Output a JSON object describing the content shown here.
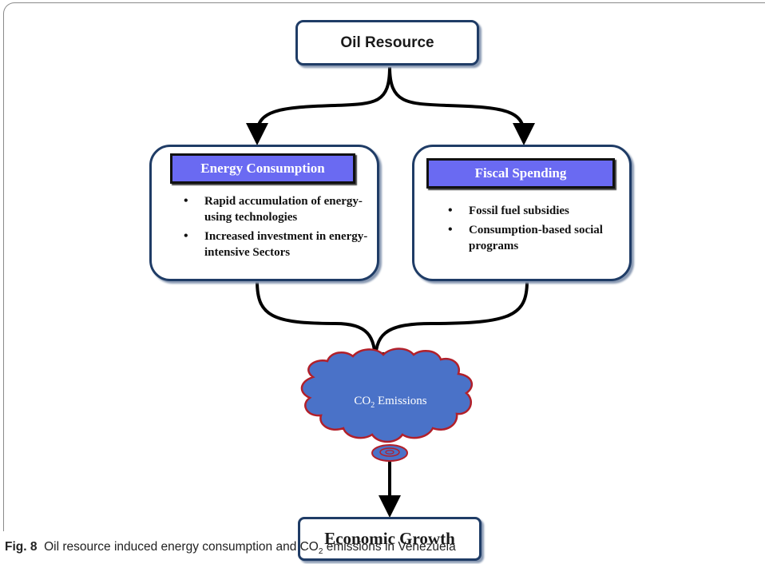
{
  "nodes": {
    "oil_resource": "Oil Resource",
    "energy_consumption": {
      "title": "Energy Consumption",
      "bullets": [
        "Rapid accumulation of energy-using technologies",
        "Increased investment in energy-intensive Sectors"
      ]
    },
    "fiscal_spending": {
      "title": "Fiscal Spending",
      "bullets": [
        "Fossil fuel subsidies",
        "Consumption-based social programs"
      ]
    },
    "co2_emissions": {
      "prefix": "CO",
      "subscript": "2",
      "suffix": " Emissions"
    },
    "economic_growth": "Economic Growth"
  },
  "caption": {
    "label": "Fig. 8",
    "text_before": "  Oil resource induced energy consumption and CO",
    "subscript": "2",
    "text_after": " emissions in Venezuela"
  },
  "colors": {
    "box_border": "#1f3c66",
    "header_fill": "#6a6af2",
    "cloud_fill": "#4a72c8",
    "cloud_outline": "#b2202a",
    "arrow": "#000000"
  }
}
